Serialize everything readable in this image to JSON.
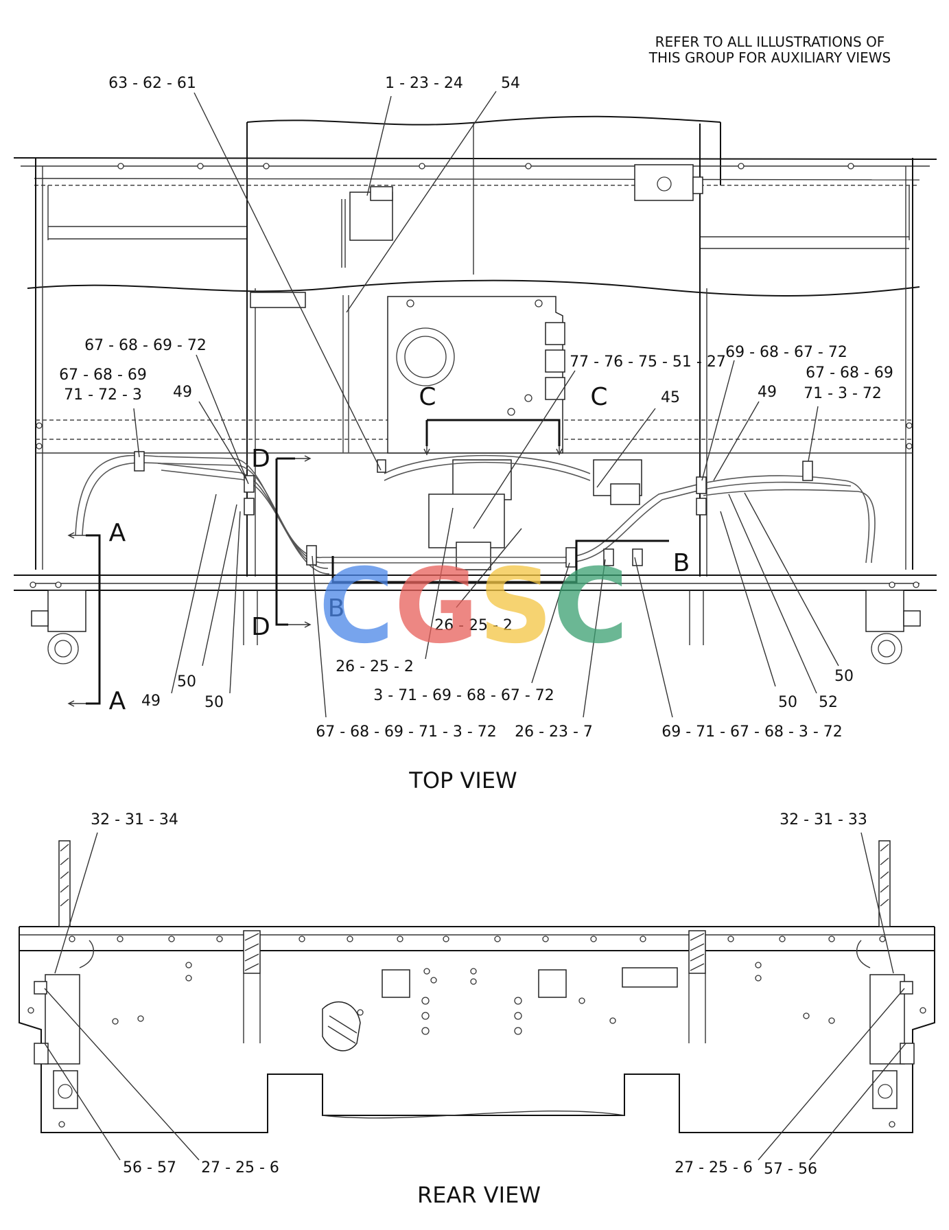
{
  "note": {
    "line1": "REFER TO ALL ILLUSTRATIONS OF",
    "line2": "THIS GROUP FOR AUXILIARY VIEWS"
  },
  "top_view": {
    "title": "TOP VIEW",
    "callouts": {
      "c1": "63 - 62 - 61",
      "c2": "1 - 23 - 24",
      "c3": "54",
      "c4": "67 - 68 - 69 - 72",
      "c5a": "67 - 68 - 69",
      "c5b": "71 - 72 - 3",
      "c6": "49",
      "c7": "77 - 76 - 75 - 51 - 27",
      "c8": "45",
      "c9": "69 - 68 - 67 - 72",
      "c10": "49",
      "c11a": "67 - 68 - 69",
      "c11b": "71 - 3 - 72",
      "c12": "26 - 25 - 2",
      "c13": "26 - 25 - 2",
      "c14": "3 - 71 - 69 - 68 - 67 - 72",
      "c15": "49",
      "c16": "50",
      "c17": "50",
      "c18": "67 - 68 - 69 - 71 - 3 - 72",
      "c19": "26 - 23 - 7",
      "c20": "69 - 71 - 67 - 68 - 3 - 72",
      "c21": "50",
      "c22": "52",
      "c23": "50"
    },
    "section_letters": {
      "a1": "A",
      "a2": "A",
      "b1": "B",
      "b2": "B",
      "c1": "C",
      "c2": "C",
      "d1": "D",
      "d2": "D"
    }
  },
  "rear_view": {
    "title": "REAR VIEW",
    "callouts": {
      "r1": "32 - 31 - 34",
      "r2": "32 - 31 - 33",
      "r3": "56 - 57",
      "r4": "27 - 25 - 6",
      "r5": "27 - 25 - 6",
      "r6": "57 - 56"
    }
  },
  "watermark": {
    "text": "CGSC",
    "colors": [
      "#4a86e8",
      "#e8605a",
      "#f4c542",
      "#3aa071"
    ]
  }
}
